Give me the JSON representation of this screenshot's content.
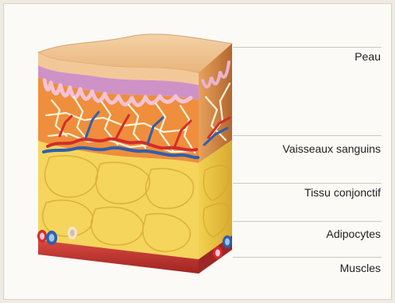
{
  "labels": {
    "skin": "Peau",
    "vessels": "Vaisseaux sanguins",
    "connective": "Tissu conjonctif",
    "adipocytes": "Adipocytes",
    "muscles": "Muscles"
  },
  "colors": {
    "background": "#fbfaf7",
    "epidermis": "#f1c58f",
    "papillary": "#c98dbf",
    "dermis": "#ef8e3c",
    "fat": "#f4d55a",
    "muscle": "#cc3b31",
    "artery": "#d22d2a",
    "vein": "#2f5fae",
    "fiber": "#fbf4d8"
  }
}
